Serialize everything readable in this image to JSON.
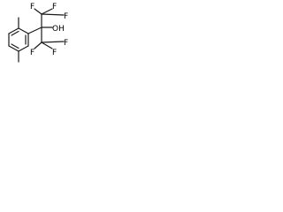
{
  "molecule": {
    "atoms": {
      "f_top_left": "F",
      "f_top_right": "F",
      "f_right_upper": "F",
      "oh": "OH",
      "f_right_lower": "F",
      "f_bottom_right": "F",
      "f_bottom_left": "F"
    }
  }
}
